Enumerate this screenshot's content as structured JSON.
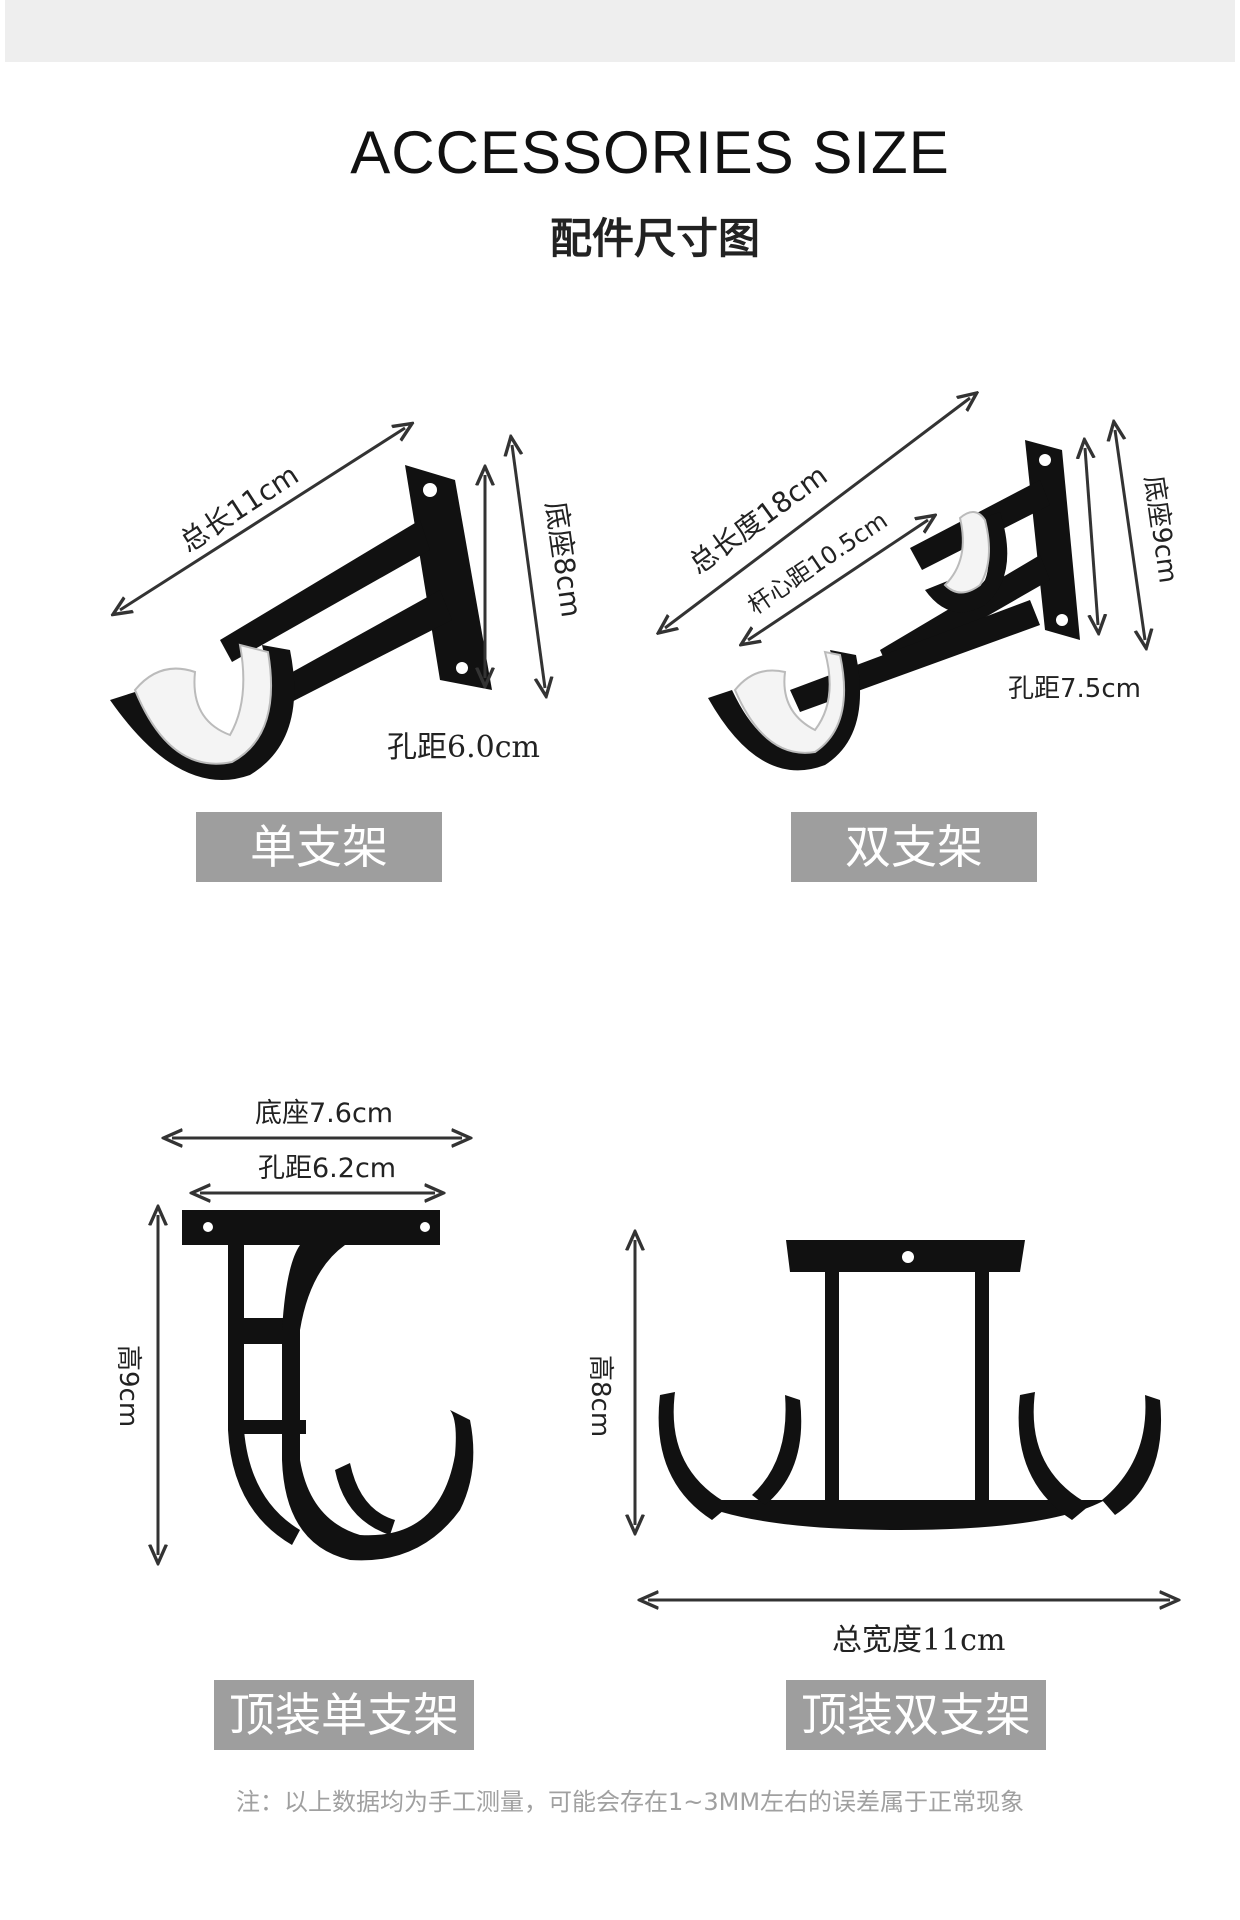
{
  "title_en": "ACCESSORIES SIZE",
  "title_cn": "配件尺寸图",
  "single_bracket": {
    "length": "总长11cm",
    "base": "底座8cm",
    "hole_spacing": "孔距6.0cm",
    "label": "单支架"
  },
  "double_bracket": {
    "length": "总长度18cm",
    "rod_spacing": "杆心距10.5cm",
    "base": "底座9cm",
    "hole_spacing": "孔距7.5cm",
    "label": "双支架"
  },
  "ceiling_single": {
    "base": "底座7.6cm",
    "hole_spacing": "孔距6.2cm",
    "height": "高9cm",
    "label": "顶装单支架"
  },
  "ceiling_double": {
    "height": "高8cm",
    "width": "总宽度11cm",
    "label": "顶装双支架"
  },
  "note": "注：以上数据均为手工测量，可能会存在1~3MM左右的误差属于正常现象",
  "colors": {
    "bracket": "#111111",
    "insert": "#f4f4f4",
    "tag_bg": "#9e9e9e",
    "note": "#a0a0a0"
  }
}
